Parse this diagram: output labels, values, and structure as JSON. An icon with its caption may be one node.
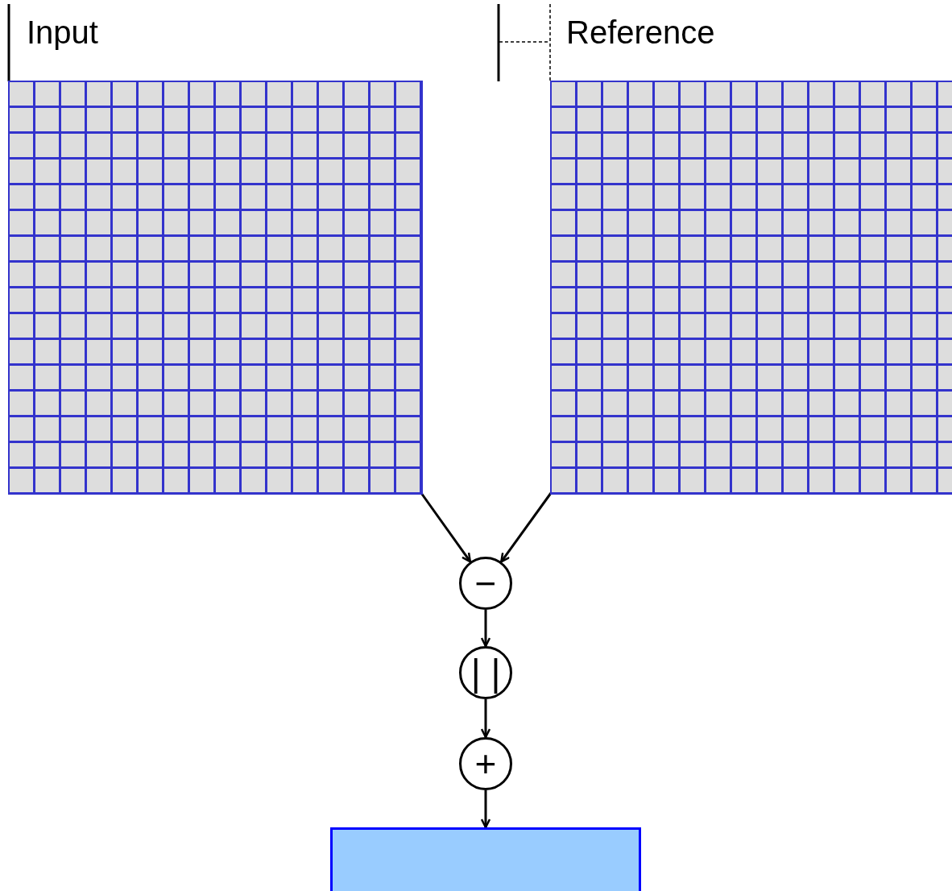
{
  "diagram": {
    "nodes": [
      {
        "text": [
          "Input"
        ]
      },
      {
        "text": [
          "Reference"
        ]
      },
      {
        "text": [
          "−"
        ]
      },
      {
        "text": [
          "| |"
        ]
      },
      {
        "text": [
          "+"
        ]
      },
      {
        "text": [],
        "shape": "box"
      }
    ],
    "edges": [
      {
        "from": 0,
        "to": 2,
        "arrow": "to"
      },
      {
        "from": 1,
        "to": 2,
        "arrow": "to"
      },
      {
        "from": 2,
        "to": 3,
        "arrow": "to"
      },
      {
        "from": 3,
        "to": 4,
        "arrow": "to"
      },
      {
        "from": 4,
        "to": 5,
        "arrow": "to"
      }
    ]
  }
}
